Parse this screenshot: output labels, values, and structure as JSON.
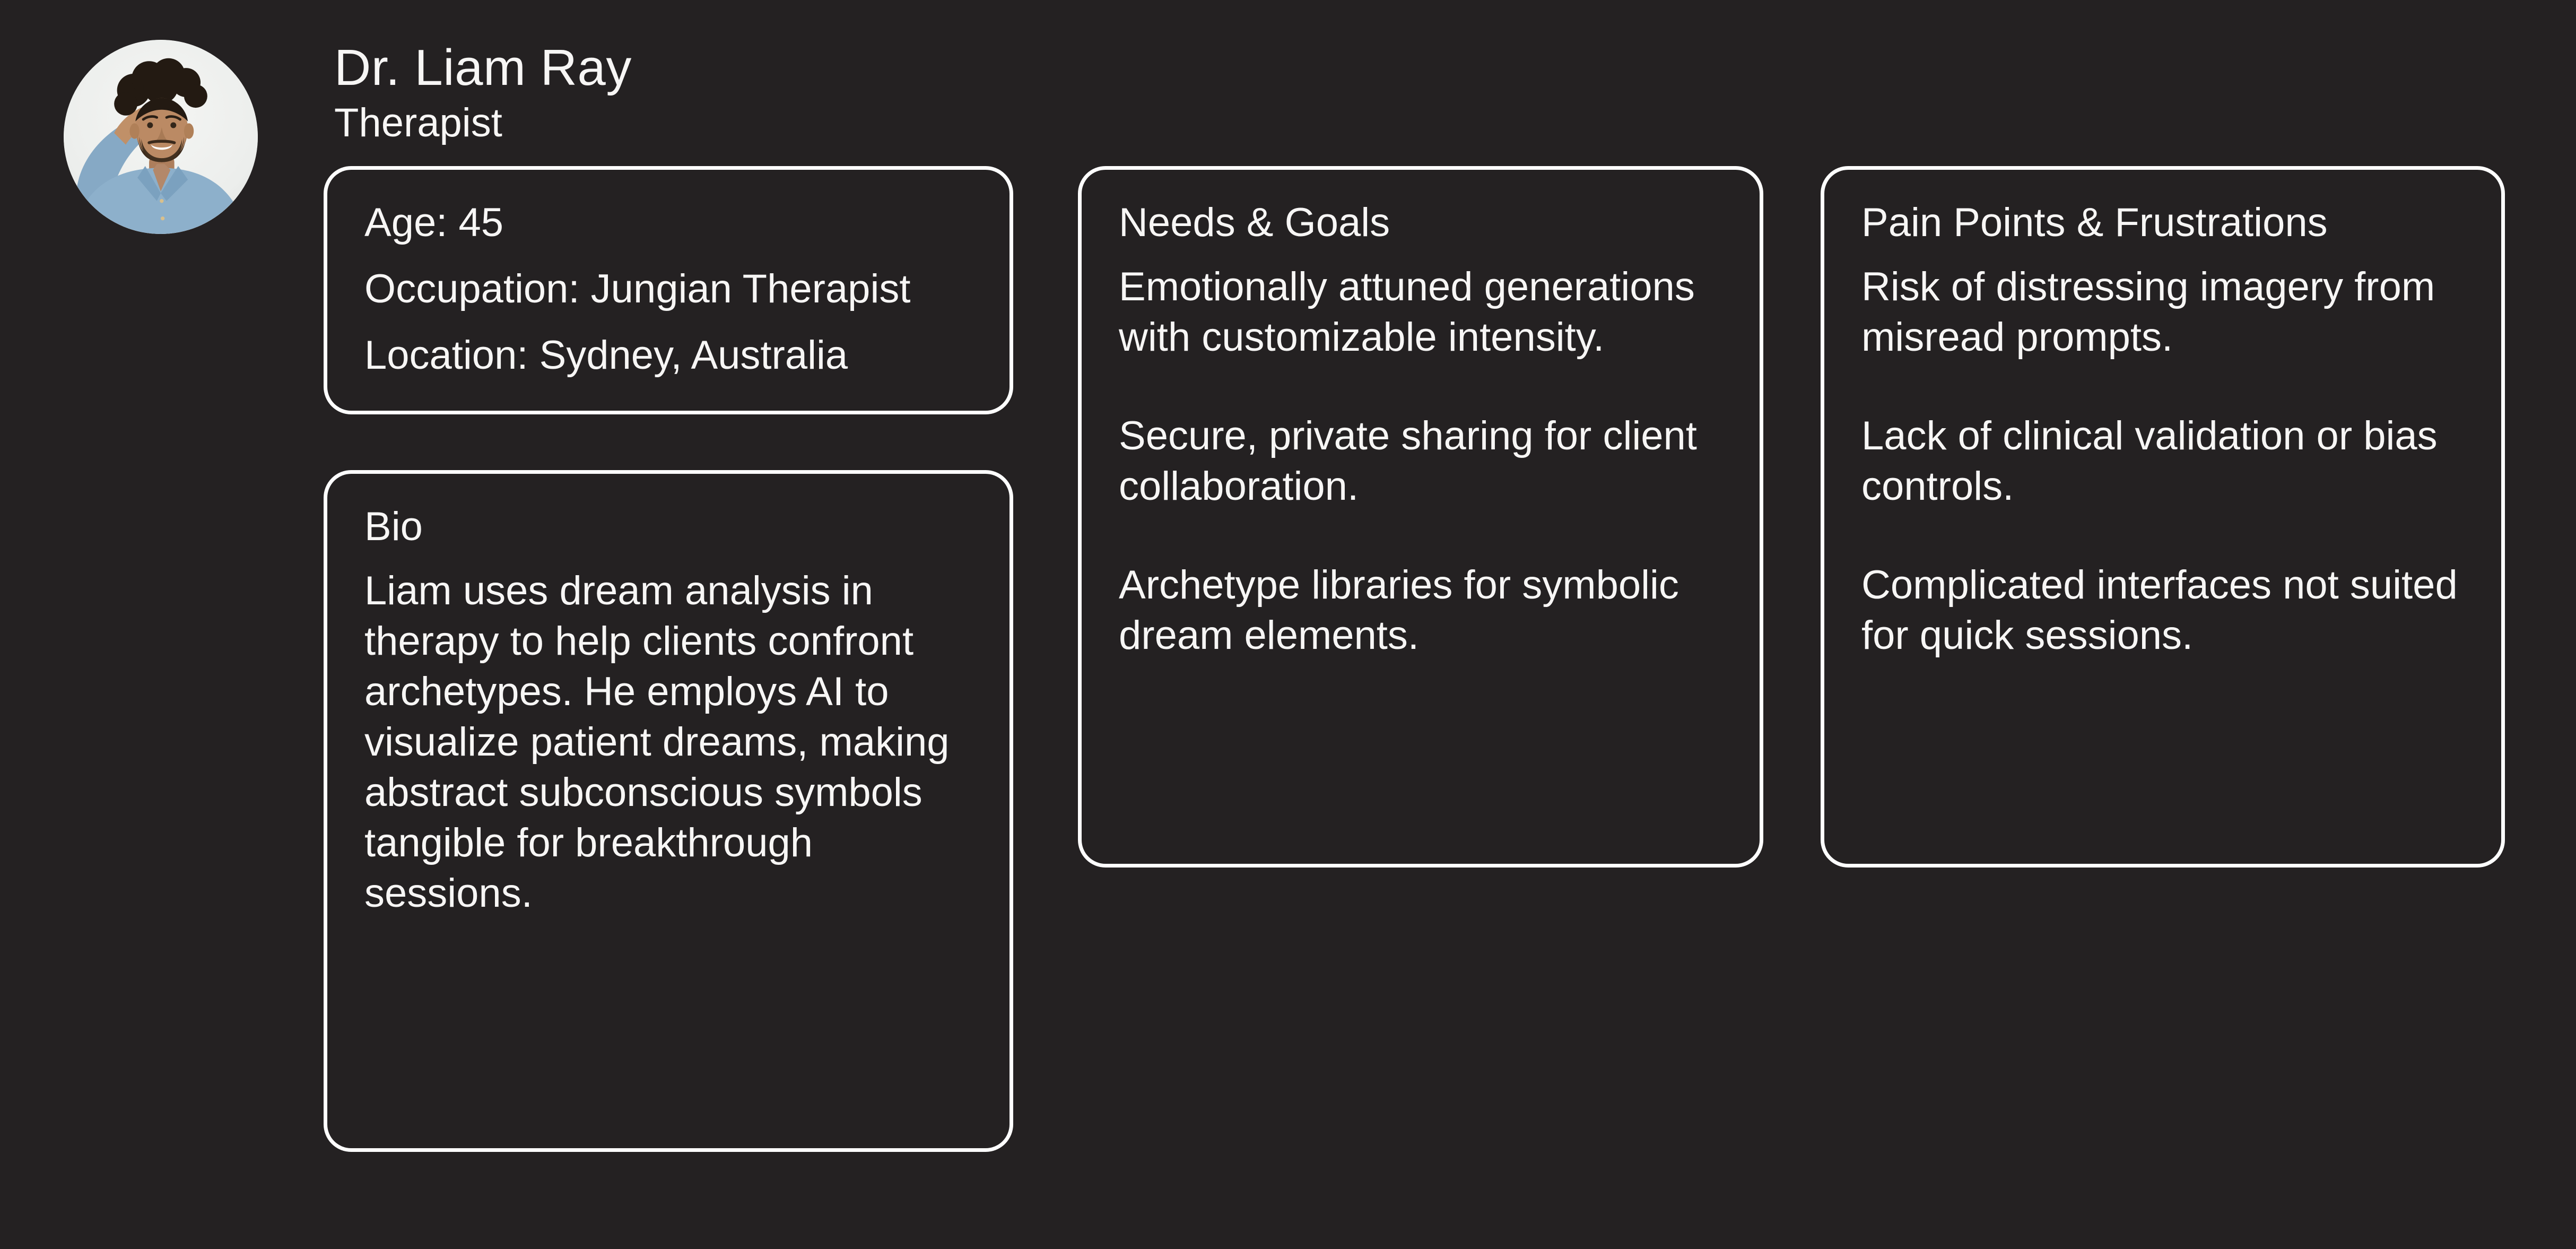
{
  "colors": {
    "background": "#242122",
    "text": "#f7f6f5",
    "card_border": "#ffffff"
  },
  "persona": {
    "name": "Dr. Liam Ray",
    "role": "Therapist",
    "demographics": {
      "age": "Age: 45",
      "occupation": "Occupation: Jungian Therapist",
      "location": "Location: Sydney, Australia"
    },
    "bio": {
      "title": "Bio",
      "text": "Liam uses dream analysis in therapy to help clients confront archetypes. He employs AI to visualize patient dreams, making abstract subconscious symbols tangible for breakthrough sessions."
    },
    "needs_goals": {
      "title": "Needs & Goals",
      "items": [
        "Emotionally attuned generations with customizable intensity.",
        "Secure, private sharing for client collaboration.",
        "Archetype libraries for symbolic dream elements."
      ]
    },
    "pain_points": {
      "title": "Pain Points & Frustrations",
      "items": [
        "Risk of distressing imagery from misread prompts.",
        "Lack of clinical validation or bias controls.",
        "Complicated interfaces not suited for quick sessions."
      ]
    }
  }
}
